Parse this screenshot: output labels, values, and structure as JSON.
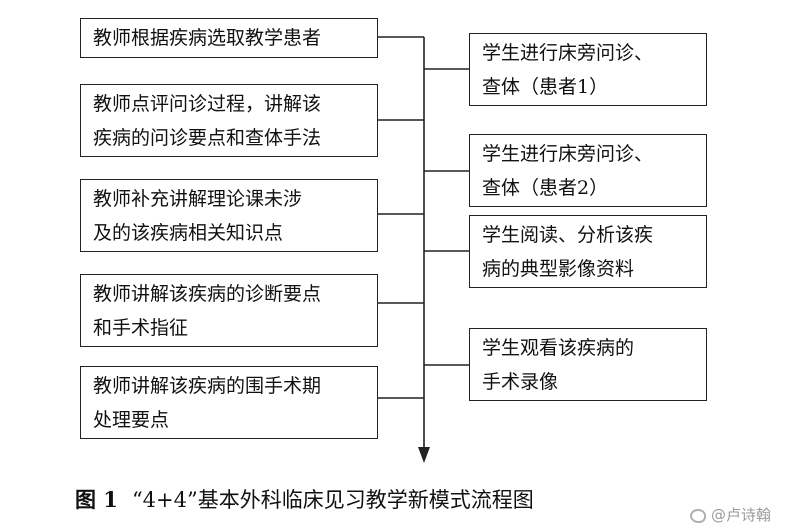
{
  "teacher_steps": [
    {
      "lines": [
        "教师根据疾病选取教学患者"
      ]
    },
    {
      "lines": [
        "教师点评问诊过程，讲解该",
        "疾病的问诊要点和查体手法"
      ]
    },
    {
      "lines": [
        "教师补充讲解理论课未涉",
        "及的该疾病相关知识点"
      ]
    },
    {
      "lines": [
        "教师讲解该疾病的诊断要点",
        "和手术指征"
      ]
    },
    {
      "lines": [
        "教师讲解该疾病的围手术期",
        "处理要点"
      ]
    }
  ],
  "student_steps": [
    {
      "lines": [
        "学生进行床旁问诊、",
        "查体（患者1）"
      ]
    },
    {
      "lines": [
        "学生进行床旁问诊、",
        "查体（患者2）"
      ]
    },
    {
      "lines": [
        "学生阅读、分析该疾",
        "病的典型影像资料"
      ]
    },
    {
      "lines": [
        "学生观看该疾病的",
        "手术录像"
      ]
    }
  ],
  "caption": {
    "figure_label": "图 1",
    "text": "“4+4”基本外科临床见习教学新模式流程图"
  },
  "watermark": {
    "text": "@卢诗翰",
    "icon": "weibo-icon"
  },
  "colors": {
    "line": "#222222",
    "background": "#ffffff",
    "watermark": "#9a9a9a"
  }
}
